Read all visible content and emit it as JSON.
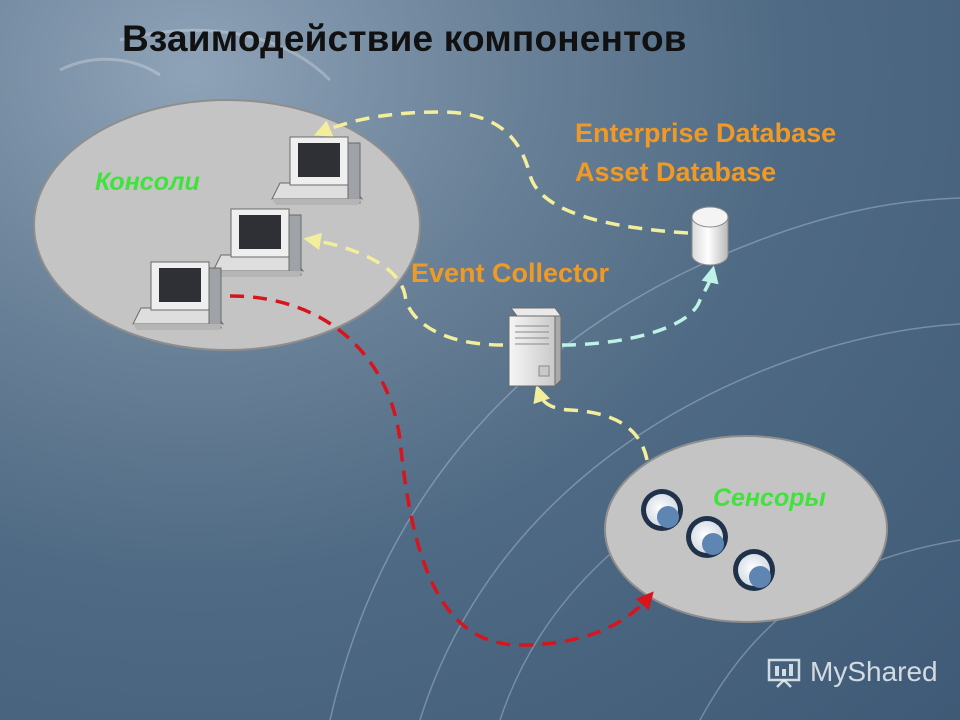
{
  "slide": {
    "title": "Взаимодействие компонентов",
    "labels": {
      "consoles": "Консоли",
      "sensors": "Сенсоры",
      "event_collector": "Event Collector",
      "enterprise_db": "Enterprise Database",
      "asset_db": "Asset Database"
    },
    "watermark": "MyShared"
  },
  "colors": {
    "title": "#111111",
    "orange_label": "#f09a25",
    "green_label": "#42e23c",
    "arrow_yellow": "#f2ee9c",
    "arrow_cyan": "#bff2e6",
    "arrow_red": "#d8141d",
    "group_fill": "#c4c4c4"
  },
  "icons": {
    "console": "computer-workstation-icon",
    "server": "server-tower-icon",
    "database": "database-cylinder-icon",
    "sensor": "sensor-icon",
    "watermark": "presentation-board-icon"
  }
}
